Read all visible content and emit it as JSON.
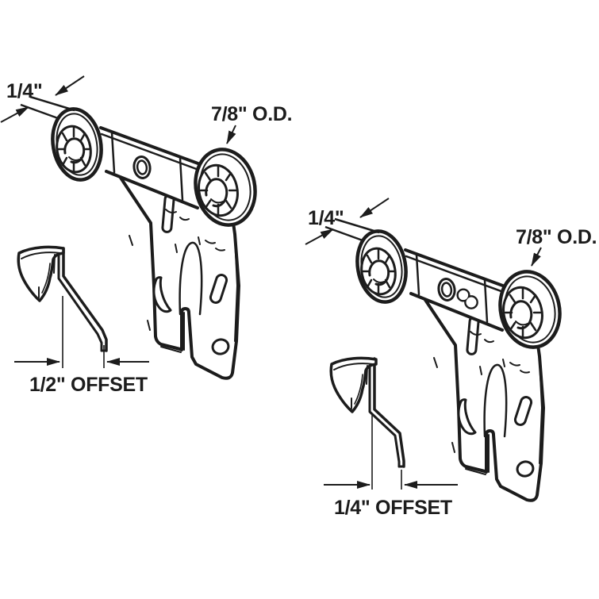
{
  "figure": {
    "description": "Technical line diagram of two closet door twin-wheel roller bracket assemblies with offset hanger clips and dimension callouts",
    "background_color": "#ffffff",
    "line_color": "#1c1c1c",
    "assemblies": [
      {
        "name": "left-roller-assembly",
        "labels": {
          "roller_width": "1/4\"",
          "roller_diameter": "7/8\" O.D.",
          "bracket_offset": "1/2\" OFFSET"
        }
      },
      {
        "name": "right-roller-assembly",
        "labels": {
          "roller_width": "1/4\"",
          "roller_diameter": "7/8\" O.D.",
          "bracket_offset": "1/4\" OFFSET"
        }
      }
    ]
  }
}
